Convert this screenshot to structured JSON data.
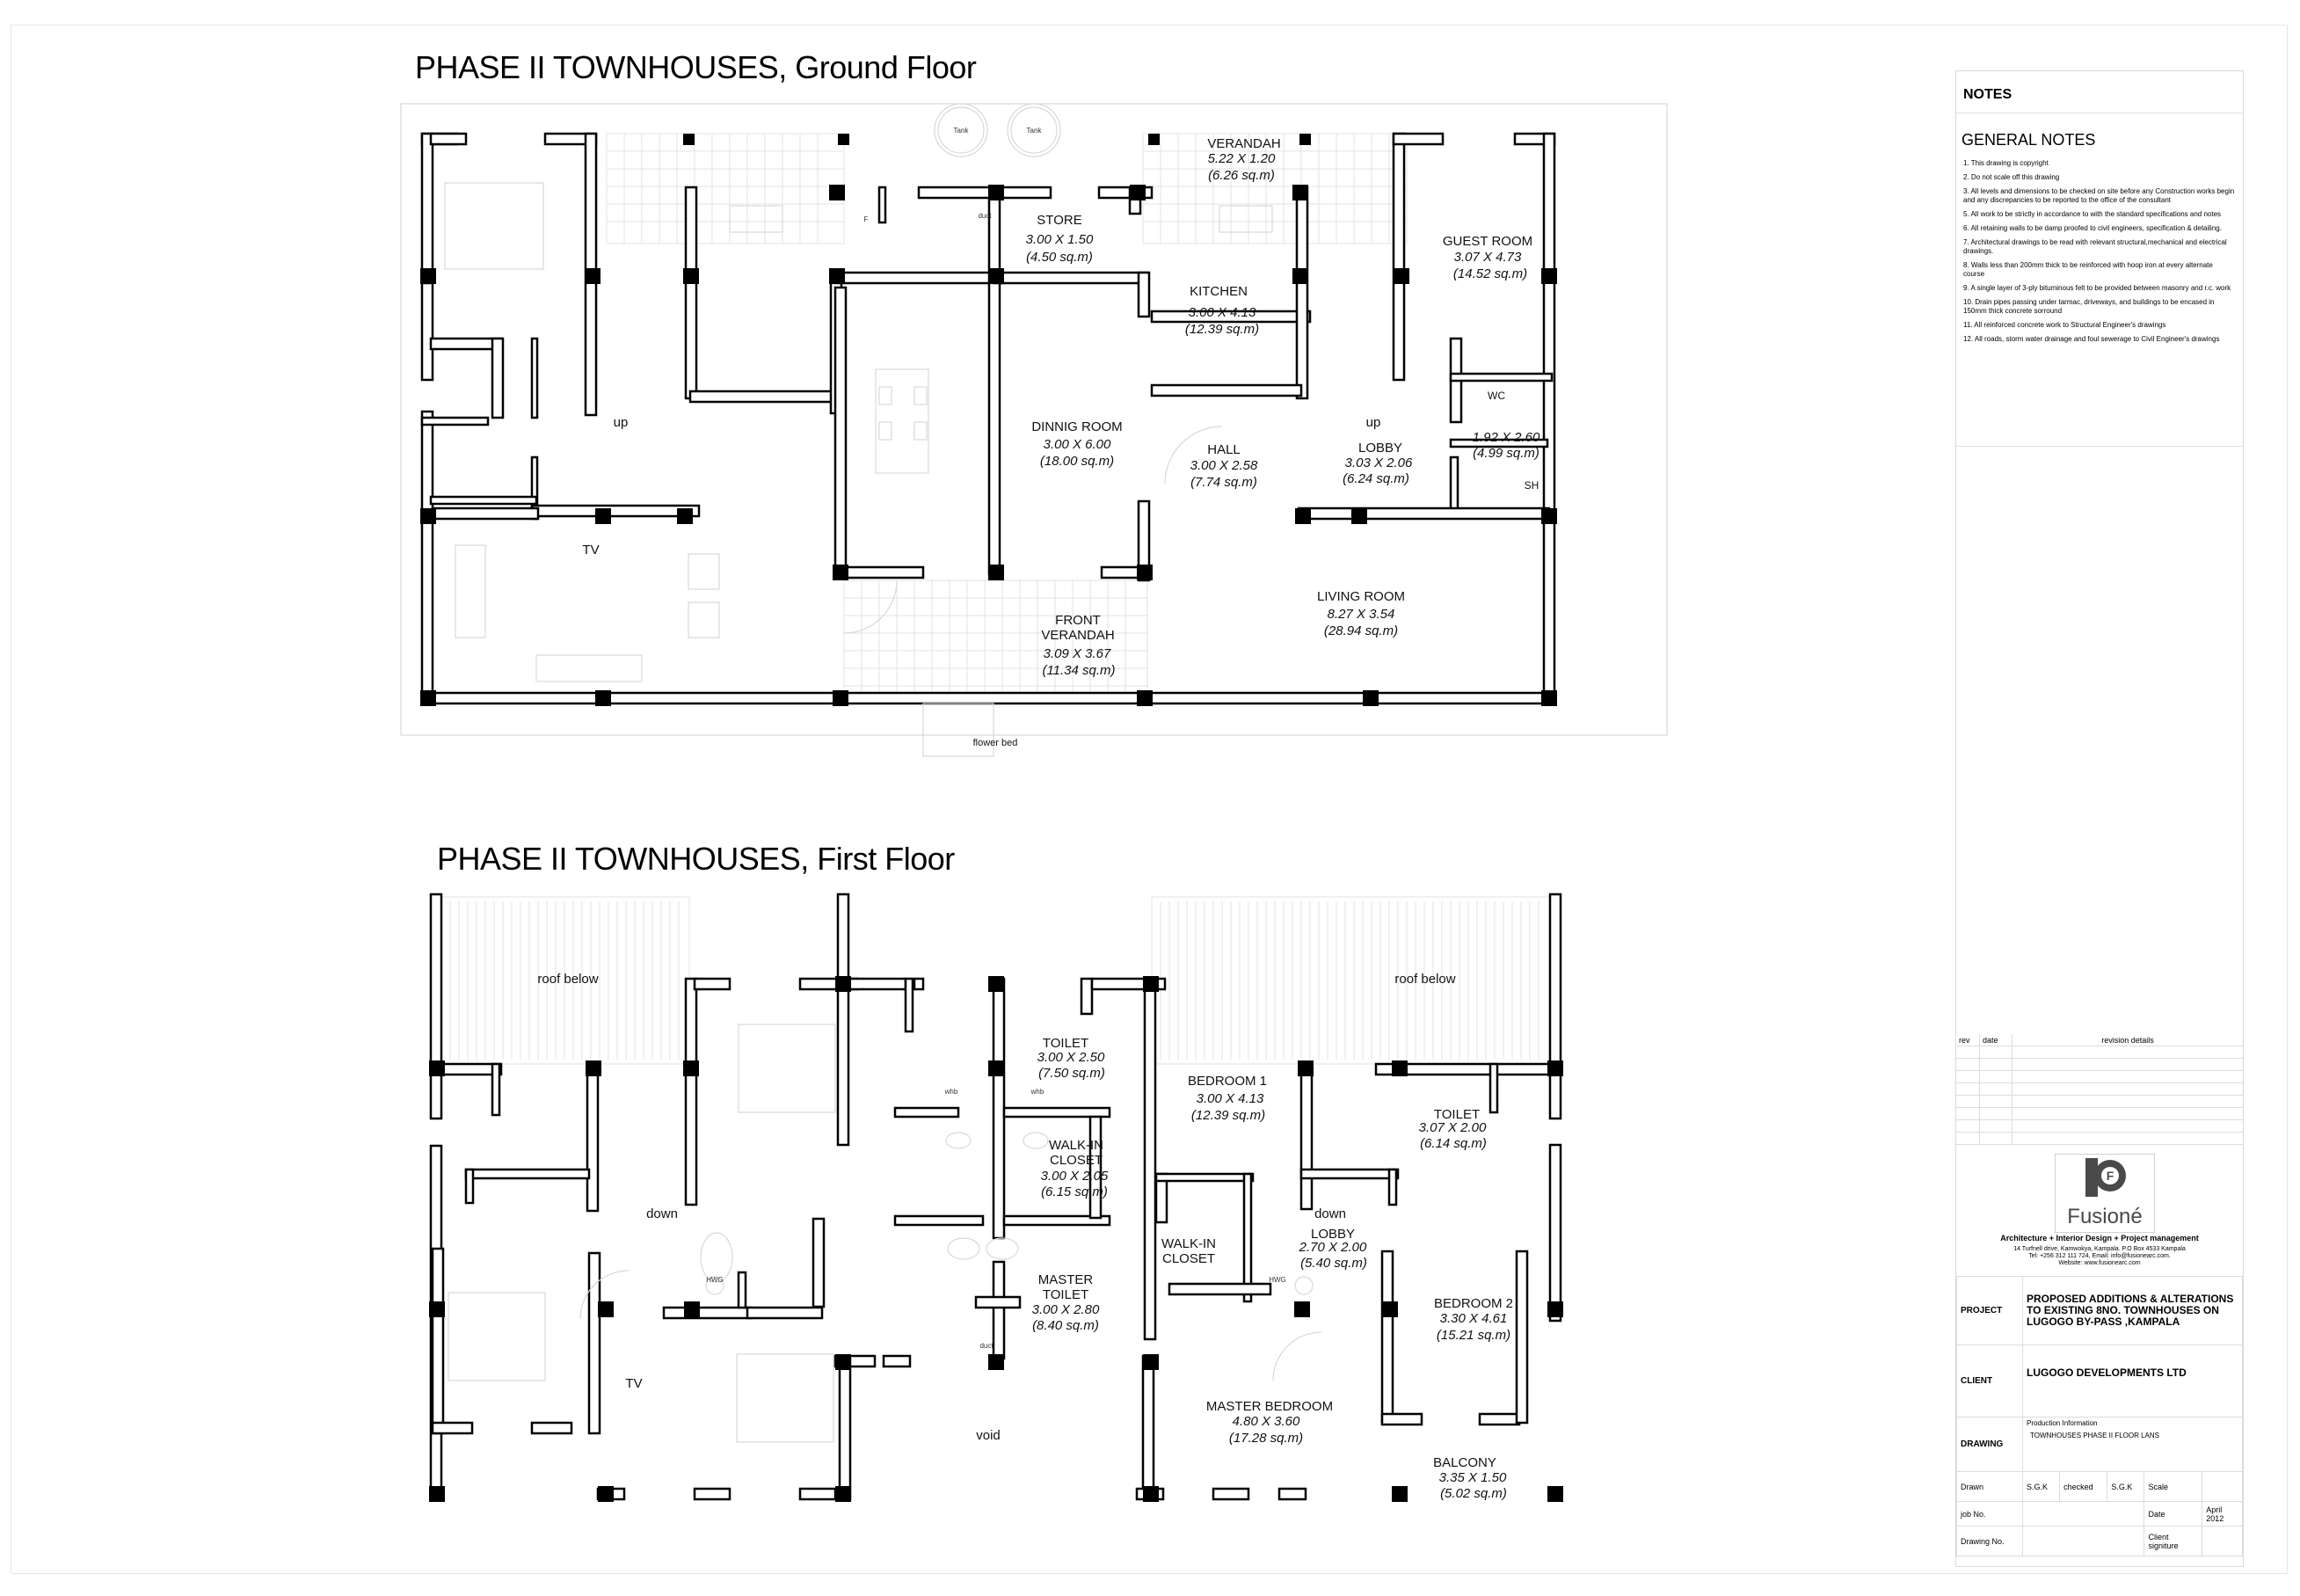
{
  "titles": {
    "ground_floor": "PHASE II TOWNHOUSES, Ground Floor",
    "first_floor": "PHASE II TOWNHOUSES, First Floor"
  },
  "ground_floor": {
    "rooms": [
      {
        "name": "STORE",
        "dims": "3.00 X 1.50",
        "area": "(4.50 sq.m)"
      },
      {
        "name": "VERANDAH",
        "dims": "5.22 X 1.20",
        "area": "(6.26 sq.m)"
      },
      {
        "name": "KITCHEN",
        "dims": "3.00 X 4.13",
        "area": "(12.39 sq.m)"
      },
      {
        "name": "GUEST ROOM",
        "dims": "3.07 X 4.73",
        "area": "(14.52 sq.m)"
      },
      {
        "name": "DINNIG ROOM",
        "dims": "3.00 X 6.00",
        "area": "(18.00 sq.m)"
      },
      {
        "name": "HALL",
        "dims": "3.00 X 2.58",
        "area": "(7.74 sq.m)"
      },
      {
        "name": "LOBBY",
        "dims": "3.03 X 2.06",
        "area": "(6.24 sq.m)"
      },
      {
        "name": "",
        "dims": "1.92 X 2.60",
        "area": "(4.99 sq.m)"
      },
      {
        "name": "LIVING ROOM",
        "dims": "8.27 X 3.54",
        "area": "(28.94 sq.m)"
      },
      {
        "name": "FRONT VERANDAH",
        "dims": "3.09 X 3.67",
        "area": "(11.34 sq.m)"
      }
    ],
    "labels": {
      "up_left": "up",
      "up_right": "up",
      "tv": "TV",
      "wc": "WC",
      "sh": "SH",
      "flower_bed": "flower bed",
      "tank1": "Tank",
      "tank2": "Tank",
      "duct": "duct",
      "fridge": "F"
    }
  },
  "first_floor": {
    "rooms": [
      {
        "name": "TOILET",
        "dims": "3.00 X 2.50",
        "area": "(7.50 sq.m)"
      },
      {
        "name": "BEDROOM 1",
        "dims": "3.00 X 4.13",
        "area": "(12.39 sq.m)"
      },
      {
        "name": "TOILET",
        "dims": "3.07 X 2.00",
        "area": "(6.14 sq.m)"
      },
      {
        "name": "WALK-IN CLOSET",
        "dims": "3.00 X 2.05",
        "area": "(6.15 sq.m)"
      },
      {
        "name": "WALK-IN CLOSET",
        "dims": "",
        "area": ""
      },
      {
        "name": "LOBBY",
        "dims": "2.70 X 2.00",
        "area": "(5.40 sq.m)"
      },
      {
        "name": "MASTER TOILET",
        "dims": "3.00 X 2.80",
        "area": "(8.40 sq.m)"
      },
      {
        "name": "BEDROOM 2",
        "dims": "3.30 X 4.61",
        "area": "(15.21 sq.m)"
      },
      {
        "name": "MASTER BEDROOM",
        "dims": "4.80 X 3.60",
        "area": "(17.28 sq.m)"
      },
      {
        "name": "BALCONY",
        "dims": "3.35 X 1.50",
        "area": "(5.02 sq.m)"
      }
    ],
    "labels": {
      "roof_left": "roof below",
      "roof_right": "roof below",
      "down_left": "down",
      "down_right": "down",
      "tv": "TV",
      "void": "void",
      "whb1": "whb",
      "whb2": "whb",
      "hwg1": "HWG",
      "hwg2": "HWG",
      "duct": "duct"
    }
  },
  "title_block": {
    "notes_heading": "NOTES",
    "general_heading": "GENERAL NOTES",
    "notes": [
      "1. This drawing is copyright",
      "2. Do not scale off this drawing",
      "3. All levels and dimensions to be checked on site before any Construction works begin and any discrepancies to be reported to the office of the consultant",
      "5. All work to be strictly in accordance to with the standard specifications and notes",
      "6. All retaining walls to be damp proofed to civil engineers, specification & detailing.",
      "7. Architectural drawings to be read with relevant structural,mechanical and electrical drawings.",
      "8. Walls less than 200mm thick to be reinforced with hoop iron at every alternate course",
      "9. A single layer of 3-ply bituminous felt to be provided between masonry and r.c. work",
      "10. Drain pipes passing under tarmac, driveways, and buildings to be encased in 150mm thick concrete sorround",
      "11. All reinforced concrete work to Structural Engineer's drawings",
      "12. All roads, storm water drainage and foul sewerage to Civil Engineer's drawings"
    ],
    "revision_headers": {
      "rev": "rev",
      "date": "date",
      "details": "revision details"
    },
    "firm": {
      "logo_text": "Fusioné",
      "tagline": "Architecture + Interior Design + Project management",
      "address": "14 Turfnell drive, Kamwokya, Kampala.  P.O Box 4533 Kampala",
      "contact": "Tel: +256 312 111 724, Email: info@fusionearc.com.",
      "website": "Website: www.fusionearc.com"
    },
    "project_label": "PROJECT",
    "project_value": "PROPOSED ADDITIONS & ALTERATIONS TO EXISTING 8NO. TOWNHOUSES ON LUGOGO BY-PASS ,KAMPALA",
    "client_label": "CLIENT",
    "client_value": "LUGOGO DEVELOPMENTS LTD",
    "drawing_label": "DRAWING",
    "drawing_sub": "Production Information",
    "drawing_value": "TOWNHOUSES PHASE II FLOOR LANS",
    "drawn_label": "Drawn",
    "drawn_value": "S.G.K",
    "checked_label": "checked",
    "checked_value": "S.G.K",
    "scale_label": "Scale",
    "scale_value": "",
    "job_label": "job No.",
    "job_value": "",
    "date_label": "Date",
    "date_value": "April 2012",
    "drawing_no_label": "Drawing No.",
    "drawing_no_value": "",
    "client_sig_label": "Client signiture",
    "client_sig_value": ""
  },
  "colors": {
    "wall": "#000000",
    "furniture": "#d8d8d8",
    "logo_grey": "#4a4a4a"
  }
}
